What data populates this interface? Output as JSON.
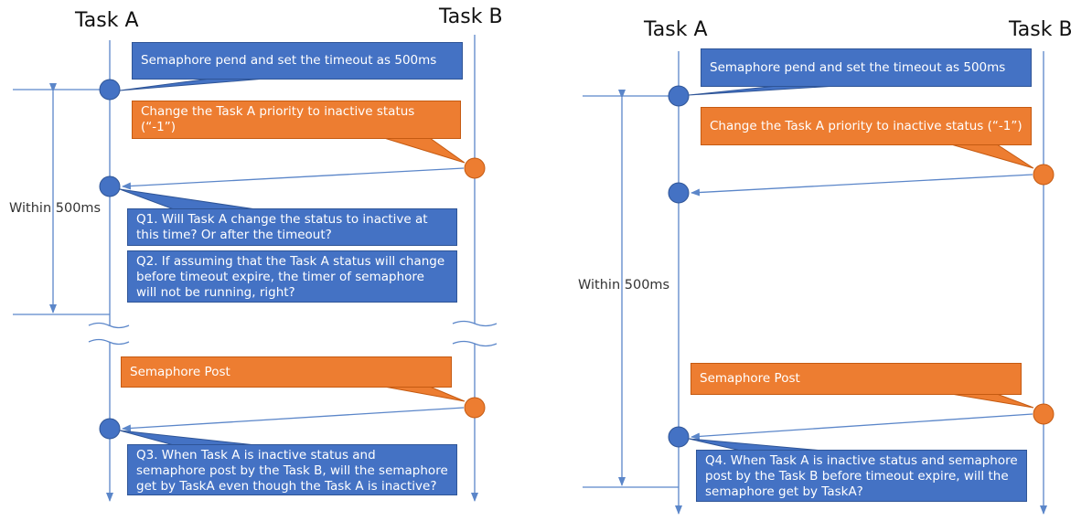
{
  "left_diagram": {
    "task_a_label": "Task A",
    "task_b_label": "Task B",
    "within_label": "Within 500ms",
    "callouts": {
      "pend": "Semaphore pend and set the timeout as 500ms",
      "priority": "Change the Task A priority to inactive status (“-1”)",
      "q1": "Q1. Will Task A change the status to inactive at this time?  Or  after the timeout?",
      "q2": "Q2. If assuming that the Task A status will change before timeout expire, the timer of semaphore will not be running, right?",
      "post": "Semaphore Post",
      "q3": "Q3. When Task A is inactive status and semaphore post by the Task B, will the semaphore get by TaskA even though the Task A is inactive?"
    }
  },
  "right_diagram": {
    "task_a_label": "Task A",
    "task_b_label": "Task B",
    "within_label": "Within 500ms",
    "callouts": {
      "pend": "Semaphore pend and set the timeout as 500ms",
      "priority": "Change the Task A priority to inactive status (“-1”)",
      "post": "Semaphore Post",
      "q4": "Q4. When Task A is inactive status and semaphore post by the Task B before timeout expire, will the semaphore get by TaskA?"
    }
  },
  "colors": {
    "blue": "#4472c4",
    "orange": "#ed7d31",
    "line": "#5b86c9"
  }
}
